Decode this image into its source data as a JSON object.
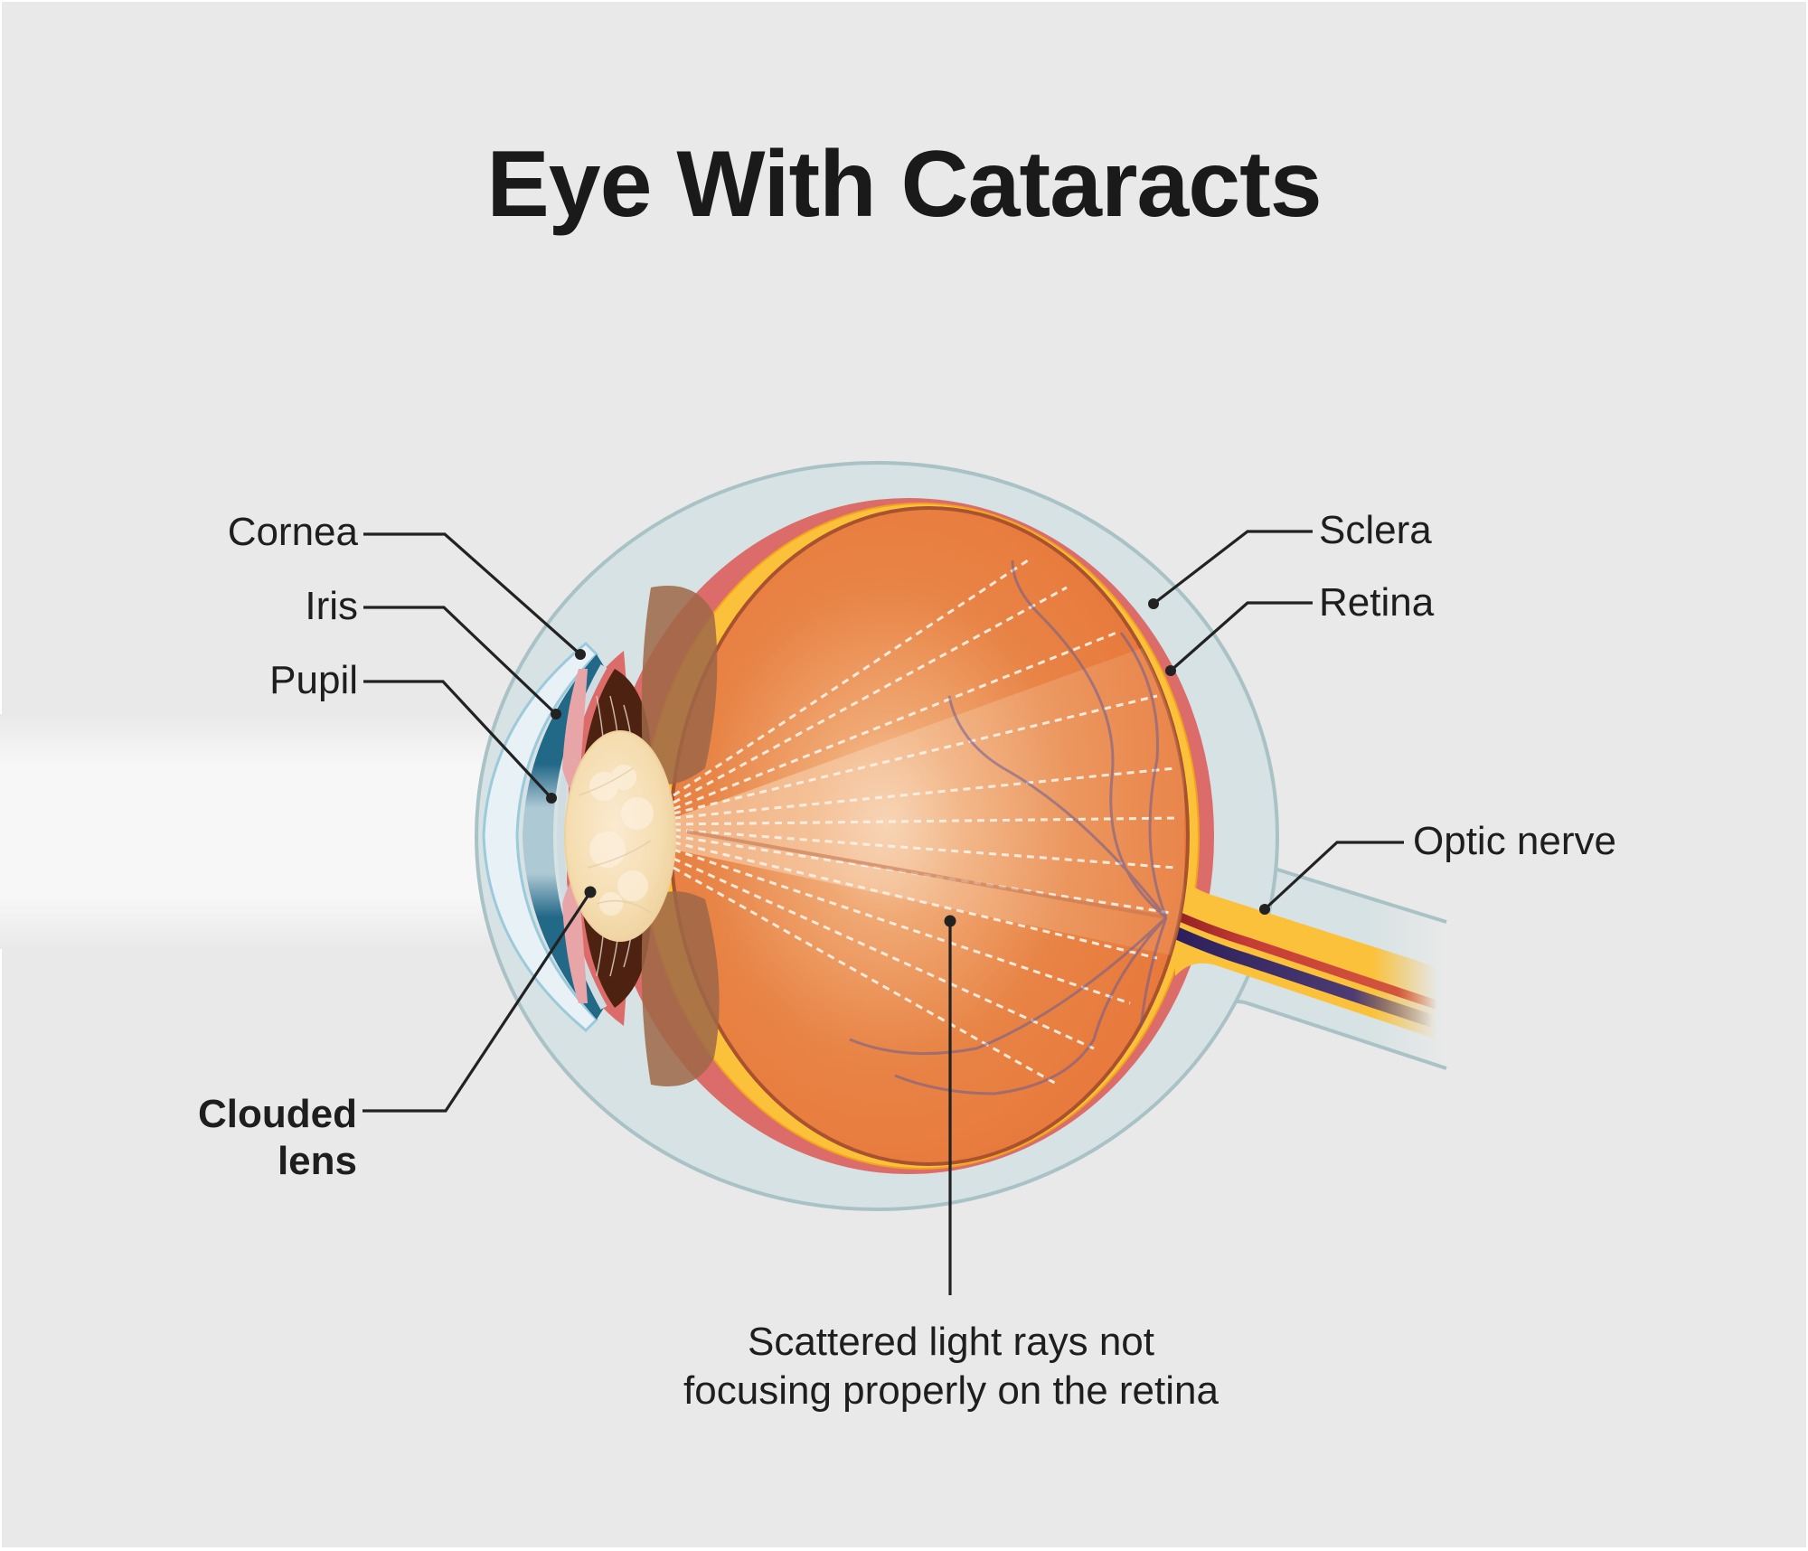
{
  "title": "Eye With Cataracts",
  "labels": {
    "cornea": "Cornea",
    "iris": "Iris",
    "pupil": "Pupil",
    "clouded_lens_line1": "Clouded",
    "clouded_lens_line2": "lens",
    "sclera": "Sclera",
    "retina": "Retina",
    "optic_nerve": "Optic nerve"
  },
  "caption": {
    "line1": "Scattered light rays not",
    "line2": "focusing properly on the retina"
  },
  "colors": {
    "background": "#E9E9E9",
    "sclera_fill": "#D6E2E3",
    "sclera_border": "#A9C2C5",
    "choroid": "#DB6C69",
    "retina": "#FCC13A",
    "vitreous": "#E87A3C",
    "lens": "#F6DFB2",
    "cornea_blue": "#0E5A7D",
    "artery": "#C63C37",
    "vein": "#3D2E6B",
    "leader_line": "#222222"
  }
}
